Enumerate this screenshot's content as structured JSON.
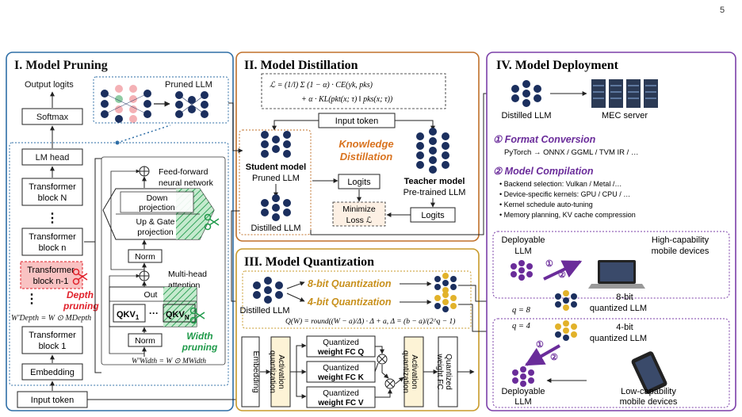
{
  "page_number": "5",
  "panel1": {
    "title": "I. Model Pruning",
    "output_logits": "Output logits",
    "pruned_llm": "Pruned LLM",
    "softmax": "Softmax",
    "lm_head": "LM head",
    "block_n_big_1": "Transformer",
    "block_n_big_2": "block N",
    "dots": "⋮",
    "block_n_1": "Transformer",
    "block_n_2": "block n",
    "block_nm1_1": "Transformer",
    "block_nm1_2": "block n-1",
    "block_1_1": "Transformer",
    "block_1_2": "block 1",
    "embedding": "Embedding",
    "input_token": "Input token",
    "ffn_1": "Feed-forward",
    "ffn_2": "neural network",
    "down_1": "Down",
    "down_2": "projection",
    "upgate_1": "Up & Gate",
    "upgate_2": "projection",
    "norm": "Norm",
    "mha_1": "Multi-head",
    "mha_2": "attention",
    "out": "Out",
    "qkv": "QKV",
    "qkv_sub1": "1",
    "qkv_subn": "N",
    "ellipsis": "···",
    "depth_1": "Depth",
    "depth_2": "pruning",
    "width_1": "Width",
    "width_2": "pruning",
    "depth_formula": "W′Depth = W ⊙ MDepth",
    "width_formula": "W′Width = W ⊙ MWidth"
  },
  "panel2": {
    "title": "II. Model Distillation",
    "loss_formula_l1": "ℒ = (1/l) Σ (1 − α) · CE(yk, pks)",
    "loss_formula_l2": "+ α · KL(pkt(x; τ) ‖ pks(x; τ))",
    "input_token": "Input token",
    "student_1": "Student model",
    "student_2": "Pruned LLM",
    "kd_1": "Knowledge",
    "kd_2": "Distillation",
    "teacher_1": "Teacher model",
    "teacher_2": "Pre-trained LLM",
    "logits_a": "Logits",
    "logits_b": "Logits",
    "minimize_1": "Minimize",
    "minimize_2": "Loss ℒ",
    "distilled": "Distilled LLM"
  },
  "panel3": {
    "title": "III. Model Quantization",
    "distilled": "Distilled LLM",
    "q8": "8-bit Quantization",
    "q4": "4-bit Quantization",
    "qformula": "Q(W) = round((W − a)/Δ) · Δ + a,  Δ = (b − a)/(2^q − 1)",
    "embedding": "Embedding",
    "act_quant_1": "Activation",
    "act_quant_2": "quantization",
    "qfc_q_1": "Quantized",
    "qfc_q_2": "weight FC Q",
    "qfc_k_1": "Quantized",
    "qfc_k_2": "weight FC K",
    "qfc_v_1": "Quantized",
    "qfc_v_2": "weight FC V",
    "act_quant2_1": "Activation",
    "act_quant2_2": "quantization",
    "qfc_1": "Quantized",
    "qfc_2": "weight FC"
  },
  "panel4": {
    "title": "IV. Model Deployment",
    "distilled": "Distilled LLM",
    "mec": "MEC server",
    "fmt_title": "① Format Conversion",
    "fmt_body": "PyTorch → ONNX / GGML / TVM IR / …",
    "comp_title": "② Model Compilation",
    "bullets": [
      "• Backend selection: Vulkan / Metal /…",
      "• Device-specific kernels: GPU / CPU / …",
      "• Kernel schedule auto-tuning",
      "• Memory planning, KV cache compression"
    ],
    "deploy_1": "Deployable",
    "deploy_2": "LLM",
    "high_1": "High-capability",
    "high_2": "mobile devices",
    "q8_label": "q = 8",
    "q8llm_1": "8-bit",
    "q8llm_2": "quantized LLM",
    "q4_label": "q = 4",
    "q4llm_1": "4-bit",
    "q4llm_2": "quantized LLM",
    "low_1": "Low-capability",
    "low_2": "mobile devices",
    "step1": "①",
    "step2": "②"
  },
  "colors": {
    "blue_panel": "#2e6ea6",
    "orange_panel": "#c0702a",
    "gold_panel": "#c89a2a",
    "purple_panel": "#7b3fa8",
    "depth_red": "#e0202a",
    "width_green": "#1f9a4a",
    "kd_orange": "#d9731f",
    "q_gold": "#c8901c",
    "violet": "#6a2c9a",
    "node_navy": "#1b2f5e"
  }
}
